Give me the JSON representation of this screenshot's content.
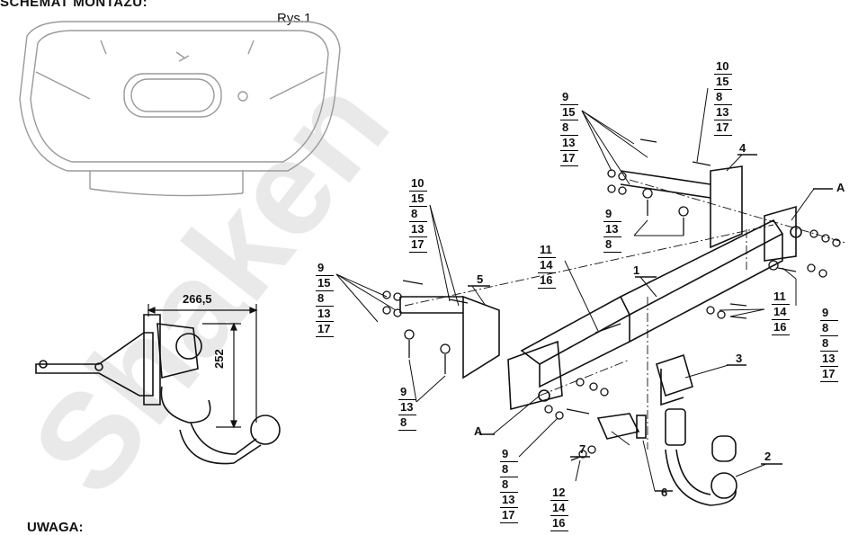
{
  "header": {
    "title": "SCHEMAT MONTAŻU:",
    "figure_label": "Rys.1"
  },
  "dimensions": {
    "width": "266,5",
    "height": "252"
  },
  "stacks": {
    "left_upper": [
      "10",
      "15",
      "8",
      "13",
      "17"
    ],
    "left_mid": [
      "9",
      "15",
      "8",
      "13",
      "17"
    ],
    "left_lower": [
      "9",
      "13",
      "8"
    ],
    "top_left": [
      "9",
      "15",
      "8",
      "13",
      "17"
    ],
    "top_mid": [
      "9",
      "13",
      "8"
    ],
    "top_right": [
      "10",
      "15",
      "8",
      "13",
      "17"
    ],
    "center": [
      "11",
      "14",
      "16"
    ],
    "right_mid": [
      "11",
      "14",
      "16"
    ],
    "right_lower": [
      "9",
      "8",
      "8",
      "13",
      "17"
    ],
    "bottom_left": [
      "9",
      "8",
      "8",
      "13",
      "17"
    ],
    "bottom_mid": [
      "12",
      "14",
      "16"
    ]
  },
  "callouts": {
    "c1": "1",
    "c2": "2",
    "c3": "3",
    "c4": "4",
    "c5": "5",
    "c6": "6",
    "c7": "7",
    "a_top": "A",
    "a_bottom": "A"
  },
  "note": "UWAGA:",
  "watermark": "Shaken",
  "colors": {
    "line": "#111111",
    "light_line": "#8a8a8a",
    "watermark": "#e6e6e6"
  }
}
